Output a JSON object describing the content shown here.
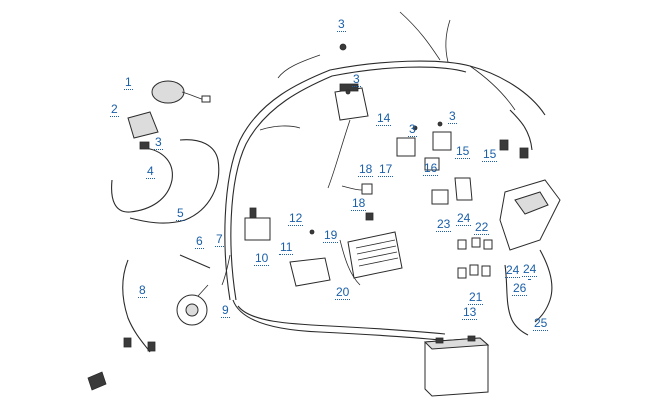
{
  "diagram": {
    "callouts": [
      "1",
      "2",
      "3",
      "3",
      "3",
      "3",
      "3",
      "4",
      "5",
      "6",
      "7",
      "8",
      "9",
      "10",
      "11",
      "12",
      "13",
      "14",
      "15",
      "15",
      "16",
      "17",
      "18",
      "18",
      "19",
      "20",
      "21",
      "22",
      "23",
      "24",
      "24",
      "24",
      "25",
      "26"
    ]
  },
  "colors": {
    "callout": "#1a5fa8",
    "line": "#2b2b2b",
    "background": "#ffffff"
  },
  "icons": {
    "logo": "page-corner-logo-icon"
  }
}
